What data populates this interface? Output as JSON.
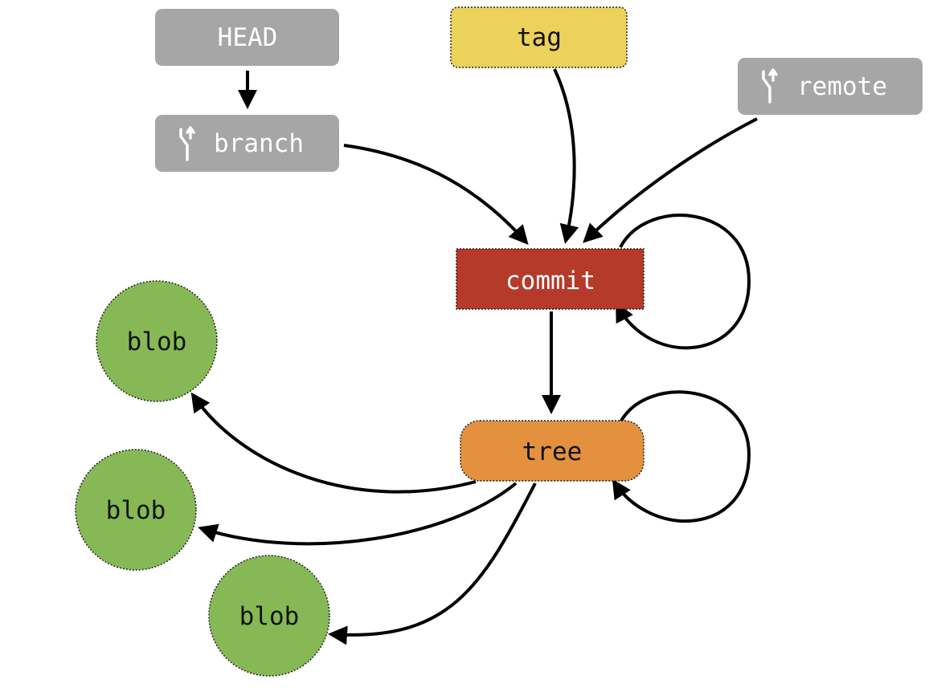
{
  "nodes": {
    "head": {
      "label": "HEAD",
      "color": "#a6a6a6",
      "text_color": "#ffffff"
    },
    "branch": {
      "label": "branch",
      "color": "#a6a6a6",
      "text_color": "#ffffff",
      "icon": "branch-icon"
    },
    "tag": {
      "label": "tag",
      "color": "#ecd15a",
      "text_color": "#111111"
    },
    "remote": {
      "label": "remote",
      "color": "#a6a6a6",
      "text_color": "#ffffff",
      "icon": "branch-icon"
    },
    "commit": {
      "label": "commit",
      "color": "#b63a2a",
      "text_color": "#ffffff"
    },
    "tree": {
      "label": "tree",
      "color": "#e3913f",
      "text_color": "#111111"
    },
    "blobs": [
      {
        "label": "blob",
        "color": "#86b955",
        "text_color": "#111111"
      },
      {
        "label": "blob",
        "color": "#86b955",
        "text_color": "#111111"
      },
      {
        "label": "blob",
        "color": "#86b955",
        "text_color": "#111111"
      }
    ]
  },
  "edges": [
    {
      "from": "HEAD",
      "to": "branch"
    },
    {
      "from": "branch",
      "to": "commit"
    },
    {
      "from": "tag",
      "to": "commit"
    },
    {
      "from": "remote",
      "to": "commit"
    },
    {
      "from": "commit",
      "to": "commit"
    },
    {
      "from": "commit",
      "to": "tree"
    },
    {
      "from": "tree",
      "to": "tree"
    },
    {
      "from": "tree",
      "to": "blob"
    },
    {
      "from": "tree",
      "to": "blob"
    },
    {
      "from": "tree",
      "to": "blob"
    }
  ]
}
